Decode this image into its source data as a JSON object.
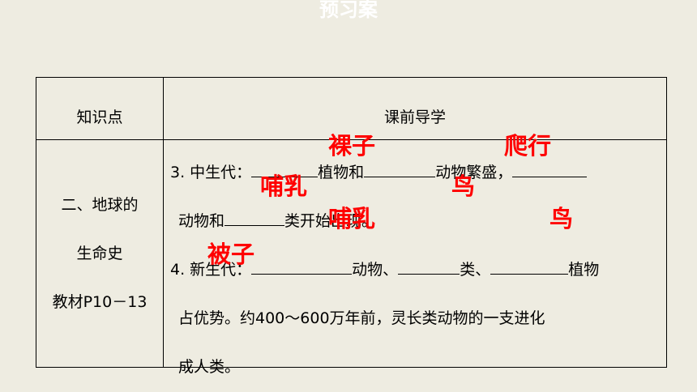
{
  "page_title": "预习案",
  "table": {
    "header": {
      "col1": "知识点",
      "col2": "课前导学"
    },
    "topic": {
      "line1": "二、地球的",
      "line2": "生命史",
      "line3": "教材P10－13"
    },
    "content": {
      "l1": {
        "a": "3. 中生代：",
        "b": "植物和",
        "c": "动物繁盛，"
      },
      "l2": {
        "a": "动物和",
        "b": "类开始出现。"
      },
      "l3": {
        "a": "4. 新生代：",
        "b": "动物、",
        "c": "类、",
        "d": "植物"
      },
      "l4": "占优势。约400～600万年前，灵长类动物的一支进化",
      "l5": "成人类。"
    }
  },
  "answers": {
    "a1": "裸子",
    "a2": "爬行",
    "a3": "哺乳",
    "a4": "鸟",
    "a5": "哺乳",
    "a6": "鸟",
    "a7": "被子"
  },
  "colors": {
    "background": "#eeece1",
    "answer": "#ff0000",
    "title": "#ffffff"
  }
}
